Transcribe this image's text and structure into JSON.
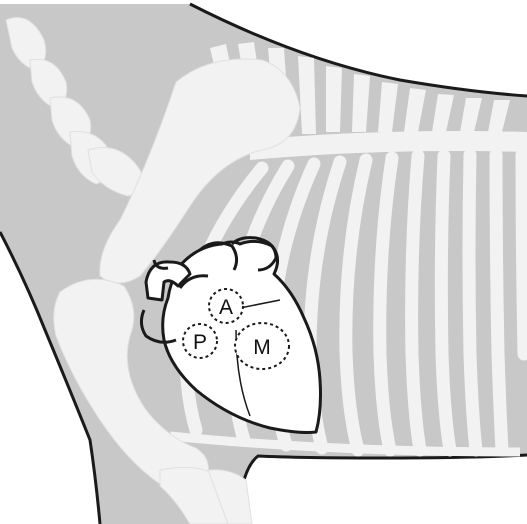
{
  "colors": {
    "background": "#ffffff",
    "body_silhouette": "#c8c8c8",
    "bone": "#f2f2f2",
    "outline": "#1a1a1a",
    "heart_fill": "#ffffff"
  },
  "auscultation_points": [
    {
      "id": "pulmonic",
      "label": "P"
    },
    {
      "id": "aortic",
      "label": "A"
    },
    {
      "id": "mitral",
      "label": "M"
    }
  ]
}
